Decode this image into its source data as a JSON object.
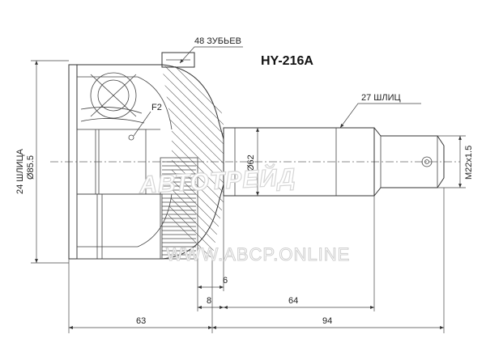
{
  "part_number": "HY-216A",
  "labels": {
    "teeth": "48 ЗУБЬЕВ",
    "outer_splines": "27 ШЛИЦ",
    "inner_splines": "24 ШЛИЦА",
    "outer_diameter": "Ø85.5",
    "shaft_diameter": "Ø62",
    "thread": "M22x1.5",
    "callout": "F2"
  },
  "dimensions": {
    "d6": "6",
    "d8": "8",
    "d64": "64",
    "d63": "63",
    "d94": "94"
  },
  "watermark": {
    "brand": "АВТОТРЕЙД",
    "site": "WWW.ABCP.ONLINE"
  },
  "colors": {
    "line": "#333333",
    "watermark": "#d0d0d0"
  }
}
